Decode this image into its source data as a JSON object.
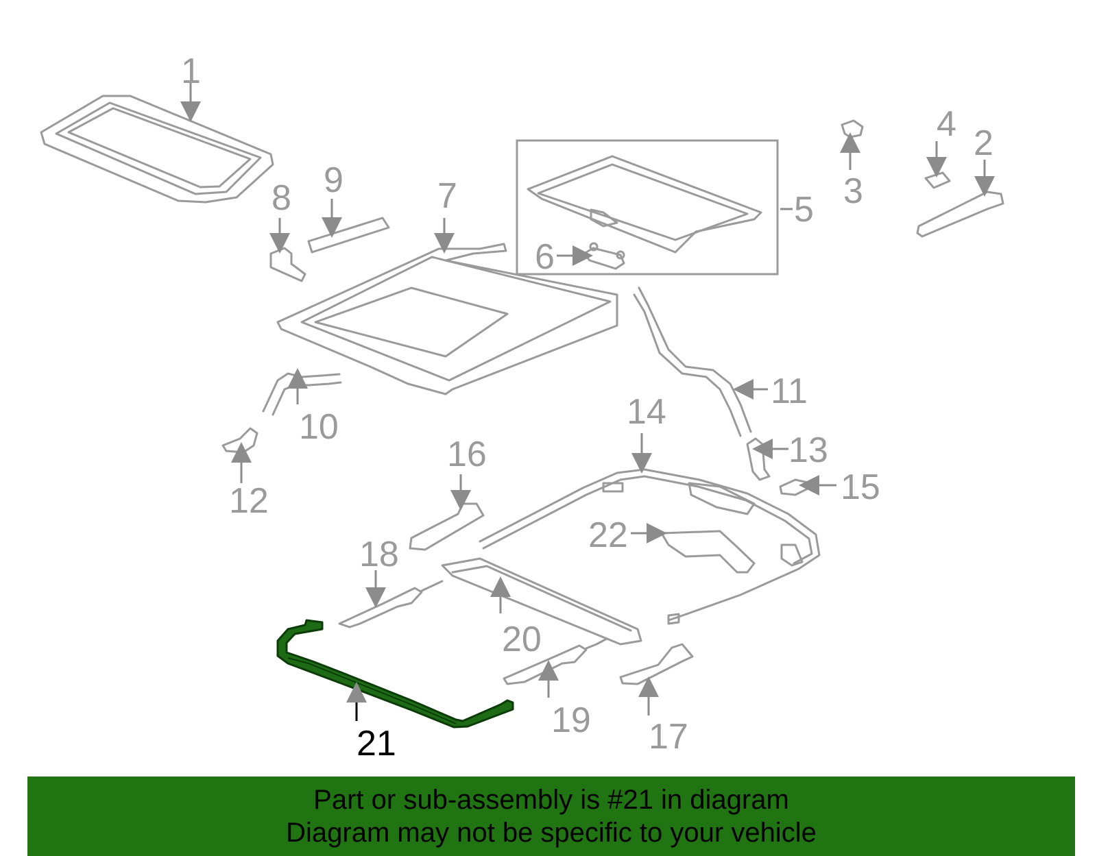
{
  "diagram": {
    "highlight_color": "#207412",
    "highlighted_part": "21",
    "callouts": {
      "c1": "1",
      "c2": "2",
      "c3": "3",
      "c4": "4",
      "c5": "5",
      "c6": "6",
      "c7": "7",
      "c8": "8",
      "c9": "9",
      "c10": "10",
      "c11": "11",
      "c12": "12",
      "c13": "13",
      "c14": "14",
      "c15": "15",
      "c16": "16",
      "c17": "17",
      "c18": "18",
      "c19": "19",
      "c20": "20",
      "c21": "21",
      "c22": "22"
    }
  },
  "banner": {
    "line1": "Part or sub-assembly is #21 in diagram",
    "line2": "Diagram may not be specific to your vehicle"
  }
}
